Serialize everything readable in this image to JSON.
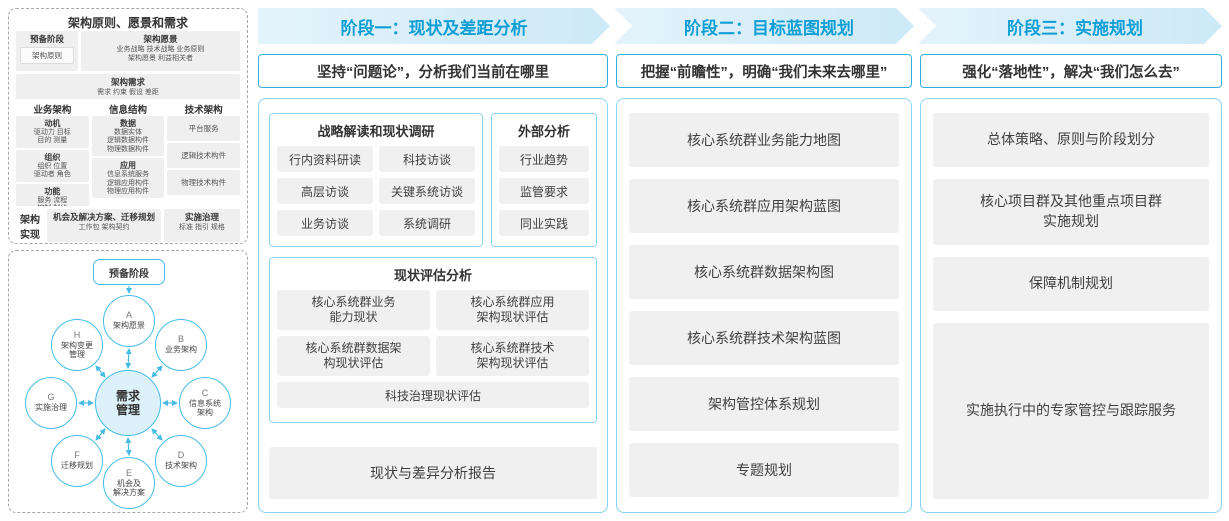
{
  "accent": "#109fd5",
  "left": {
    "framework": {
      "title": "架构原则、愿景和需求",
      "prep_label": "预备阶段",
      "prep_item": "架构原则",
      "vision_title": "架构愿景",
      "vision_items": "业务战略 技术战略 业务原则\n架构愿景 利益相关者",
      "req_title": "架构需求",
      "req_items": "需求 约束 假设 差距",
      "columns": [
        {
          "title": "业务架构",
          "groups": [
            {
              "name": "动机",
              "items": "驱动力 目标\n目的 测量"
            },
            {
              "name": "组织",
              "items": "组织 位置\n驱动者 角色"
            },
            {
              "name": "功能",
              "items": "服务 流程\n控制 制约"
            }
          ]
        },
        {
          "title": "信息结构",
          "groups": [
            {
              "name": "数据",
              "items": "数据实体\n逻辑数据构件\n物理数据构件"
            },
            {
              "name": "应用",
              "items": "信息系统服务\n逻辑应用构件\n物理应用构件"
            }
          ]
        },
        {
          "title": "技术架构",
          "items": [
            "平台服务",
            "逻辑技术构件",
            "物理技术构件"
          ]
        }
      ],
      "impl_label": "架构\n实现",
      "impl_boxes": [
        {
          "title": "机会及解决方案、迁移规划",
          "items": "工作包 架构契约"
        },
        {
          "title": "实施治理",
          "items": "标准 指引 规格"
        }
      ]
    },
    "adm": {
      "prep": "预备阶段",
      "center": "需求\n管理",
      "nodes": [
        {
          "letter": "A",
          "label": "架构愿景"
        },
        {
          "letter": "B",
          "label": "业务架构"
        },
        {
          "letter": "C",
          "label": "信息系统\n架构"
        },
        {
          "letter": "D",
          "label": "技术架构"
        },
        {
          "letter": "E",
          "label": "机会及\n解决方案"
        },
        {
          "letter": "F",
          "label": "迁移规划"
        },
        {
          "letter": "G",
          "label": "实施治理"
        },
        {
          "letter": "H",
          "label": "架构变更\n管理"
        }
      ]
    }
  },
  "phases": [
    {
      "header": "阶段一：现状及差距分析",
      "subtitle": "坚持“问题论”，分析我们当前在哪里",
      "detail": {
        "strategy": {
          "title": "战略解读和现状调研",
          "items": [
            "行内资料研读",
            "科技访谈",
            "高层访谈",
            "关键系统访谈",
            "业务访谈",
            "系统调研"
          ]
        },
        "external": {
          "title": "外部分析",
          "items": [
            "行业趋势",
            "监管要求",
            "同业实践"
          ]
        },
        "assessment": {
          "title": "现状评估分析",
          "grid": [
            "核心系统群业务\n能力现状",
            "核心系统群应用\n架构现状评估",
            "核心系统群数据架\n构现状评估",
            "核心系统群技术\n架构现状评估"
          ],
          "full": "科技治理现状评估"
        },
        "report": "现状与差异分析报告"
      }
    },
    {
      "header": "阶段二：目标蓝图规划",
      "subtitle": "把握“前瞻性”，明确“我们未来去哪里”",
      "items": [
        "核心系统群业务能力地图",
        "核心系统群应用架构蓝图",
        "核心系统群数据架构图",
        "核心系统群技术架构蓝图",
        "架构管控体系规划",
        "专题规划"
      ]
    },
    {
      "header": "阶段三：实施规划",
      "subtitle": "强化“落地性”，解决“我们怎么去”",
      "items": [
        "总体策略、原则与阶段划分",
        "核心项目群及其他重点项目群\n实施规划",
        "保障机制规划",
        "实施执行中的专家管控与跟踪服务"
      ]
    }
  ]
}
